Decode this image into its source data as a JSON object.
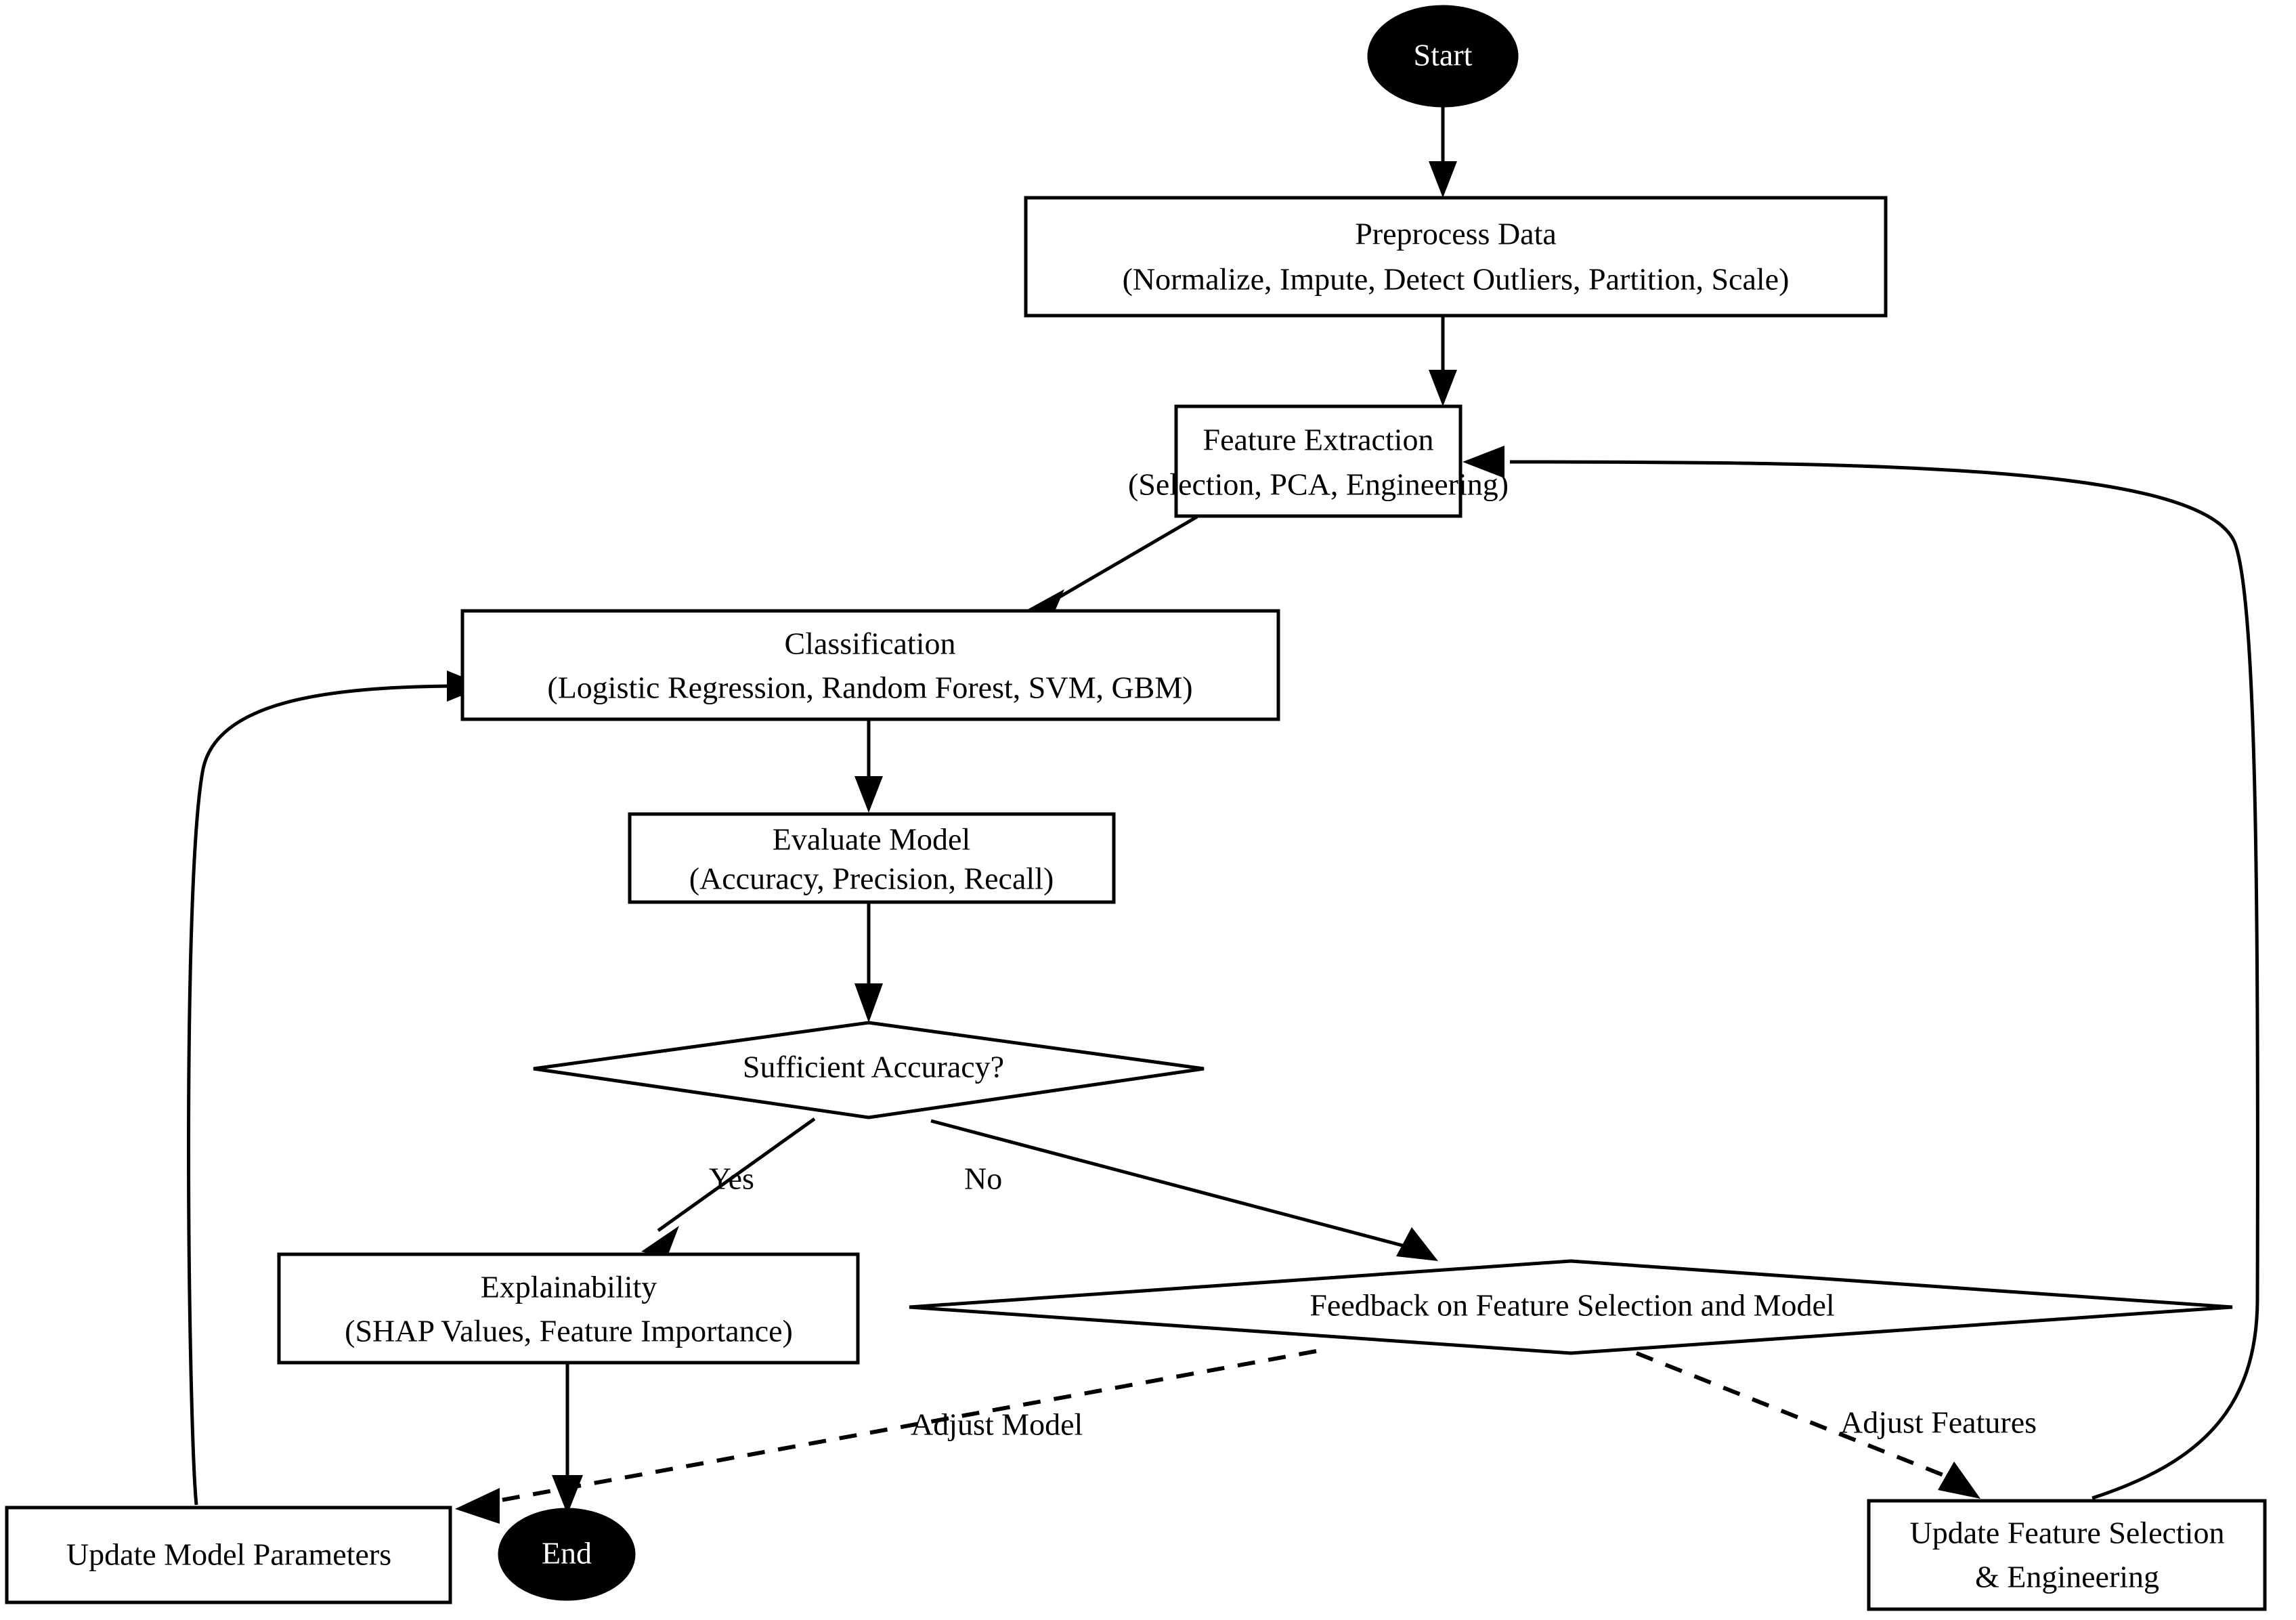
{
  "diagram": {
    "title": "Machine Learning Pipeline Flowchart",
    "colors": {
      "background": "#ffffff",
      "stroke": "#000000",
      "node_fill": "#ffffff",
      "terminal_fill": "#000000",
      "terminal_text": "#ffffff"
    },
    "nodes": [
      {
        "id": "start",
        "shape": "ellipse",
        "label": "Start",
        "lines": [
          "Start"
        ]
      },
      {
        "id": "preprocess",
        "shape": "rectangle",
        "label": "Preprocess Data",
        "lines": [
          "Preprocess Data",
          "(Normalize, Impute, Detect Outliers, Partition, Scale)"
        ]
      },
      {
        "id": "feature_extraction",
        "shape": "rectangle",
        "label": "Feature Extraction",
        "lines": [
          "Feature Extraction",
          "(Selection, PCA, Engineering)"
        ]
      },
      {
        "id": "classification",
        "shape": "rectangle",
        "label": "Classification",
        "lines": [
          "Classification",
          "(Logistic Regression, Random Forest, SVM, GBM)"
        ]
      },
      {
        "id": "evaluate",
        "shape": "rectangle",
        "label": "Evaluate Model",
        "lines": [
          "Evaluate Model",
          "(Accuracy, Precision, Recall)"
        ]
      },
      {
        "id": "sufficient_accuracy",
        "shape": "diamond",
        "label": "Sufficient Accuracy?",
        "lines": [
          "Sufficient Accuracy?"
        ]
      },
      {
        "id": "explainability",
        "shape": "rectangle",
        "label": "Explainability",
        "lines": [
          "Explainability",
          "(SHAP Values, Feature Importance)"
        ]
      },
      {
        "id": "feedback",
        "shape": "diamond",
        "label": "Feedback on Feature Selection and Model",
        "lines": [
          "Feedback on Feature Selection and Model"
        ]
      },
      {
        "id": "update_model_parameters",
        "shape": "rectangle",
        "label": "Update Model Parameters",
        "lines": [
          "Update Model Parameters"
        ]
      },
      {
        "id": "update_feature_selection",
        "shape": "rectangle",
        "label": "Update Feature Selection & Engineering",
        "lines": [
          "Update Feature Selection",
          "& Engineering"
        ]
      },
      {
        "id": "end",
        "shape": "ellipse",
        "label": "End",
        "lines": [
          "End"
        ]
      }
    ],
    "edges": [
      {
        "id": "e1",
        "from": "start",
        "to": "preprocess",
        "label": "",
        "style": "solid"
      },
      {
        "id": "e2",
        "from": "preprocess",
        "to": "feature_extraction",
        "label": "",
        "style": "solid"
      },
      {
        "id": "e3",
        "from": "feature_extraction",
        "to": "classification",
        "label": "",
        "style": "solid"
      },
      {
        "id": "e4",
        "from": "classification",
        "to": "evaluate",
        "label": "",
        "style": "solid"
      },
      {
        "id": "e5",
        "from": "evaluate",
        "to": "sufficient_accuracy",
        "label": "",
        "style": "solid"
      },
      {
        "id": "e6",
        "from": "sufficient_accuracy",
        "to": "explainability",
        "label": "Yes",
        "style": "solid"
      },
      {
        "id": "e7",
        "from": "sufficient_accuracy",
        "to": "feedback",
        "label": "No",
        "style": "solid"
      },
      {
        "id": "e8",
        "from": "explainability",
        "to": "end",
        "label": "",
        "style": "solid"
      },
      {
        "id": "e9",
        "from": "feedback",
        "to": "update_model_parameters",
        "label": "Adjust Model",
        "style": "dashed"
      },
      {
        "id": "e10",
        "from": "feedback",
        "to": "update_feature_selection",
        "label": "Adjust Features",
        "style": "dashed"
      },
      {
        "id": "e11",
        "from": "update_model_parameters",
        "to": "classification",
        "label": "",
        "style": "solid"
      },
      {
        "id": "e12",
        "from": "update_feature_selection",
        "to": "feature_extraction",
        "label": "",
        "style": "solid"
      }
    ],
    "edge_labels": {
      "yes": "Yes",
      "no": "No",
      "adjust_model": "Adjust Model",
      "adjust_features": "Adjust Features"
    }
  }
}
